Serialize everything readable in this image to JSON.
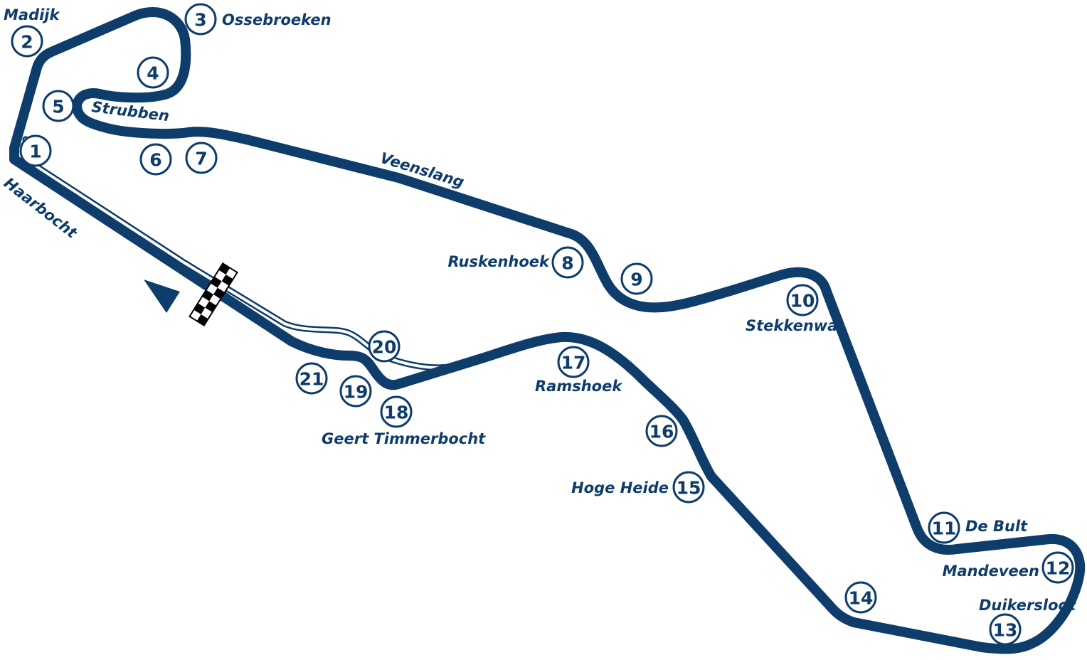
{
  "colors": {
    "track": "#0e3c6b",
    "background": "#ffffff",
    "checker_dark": "#000000",
    "checker_light": "#ffffff"
  },
  "corners": [
    {
      "number": "1",
      "name": "Haarbocht"
    },
    {
      "number": "2",
      "name": "Madijk"
    },
    {
      "number": "3",
      "name": "Ossebroeken"
    },
    {
      "number": "4",
      "name": ""
    },
    {
      "number": "5",
      "name": "Strubben"
    },
    {
      "number": "6",
      "name": ""
    },
    {
      "number": "7",
      "name": "Veenslang"
    },
    {
      "number": "8",
      "name": "Ruskenhoek"
    },
    {
      "number": "9",
      "name": ""
    },
    {
      "number": "10",
      "name": "Stekkenwal"
    },
    {
      "number": "11",
      "name": "De Bult"
    },
    {
      "number": "12",
      "name": "Mandeveen"
    },
    {
      "number": "13",
      "name": "Duikersloot"
    },
    {
      "number": "14",
      "name": ""
    },
    {
      "number": "15",
      "name": "Hoge Heide"
    },
    {
      "number": "16",
      "name": ""
    },
    {
      "number": "17",
      "name": "Ramshoek"
    },
    {
      "number": "18",
      "name": "Geert Timmerbocht"
    },
    {
      "number": "19",
      "name": ""
    },
    {
      "number": "20",
      "name": ""
    },
    {
      "number": "21",
      "name": ""
    }
  ]
}
